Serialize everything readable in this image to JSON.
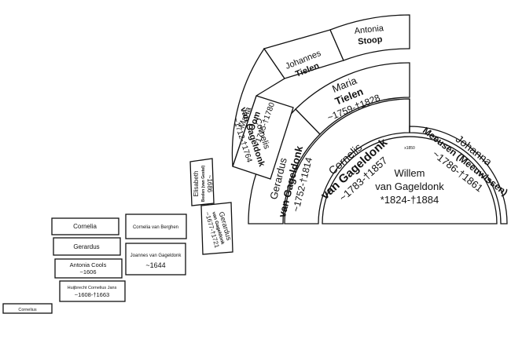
{
  "center": {
    "given": "Willem",
    "surname": "van Gageldonk",
    "dates": "*1824-†1884"
  },
  "gen1": {
    "father": {
      "given": "Cornelis",
      "surname": "van Gageldonk",
      "dates": "~1783-†1857"
    },
    "mother": {
      "given": "Johanna",
      "surname": "Meeusen (Meeuwissen)",
      "dates": "~1786-†1861"
    }
  },
  "gen2": {
    "ff": {
      "given": "Gerardus",
      "surname": "van Gageldonk",
      "dates": "~1752-†1814"
    },
    "fm": {
      "given": "Maria",
      "surname": "Tielen",
      "dates": "~1759-†1828"
    }
  },
  "gen3": {
    "fff": {
      "given": "Cornelis",
      "surname": "van Gageldonk",
      "dates": "~1712-†1764"
    },
    "ffm": {
      "given": "Maria",
      "surname": "Oom",
      "dates": "~1715-†1780"
    },
    "fmf": {
      "given": "Johannes",
      "surname": "Tielen"
    },
    "fmm": {
      "given": "Antonia",
      "surname": "Stoop"
    }
  },
  "gen4": {
    "f": {
      "given": "Gerardus",
      "surname": "van Gageldonk",
      "dates": "~1677-†1721"
    },
    "m": {
      "given": "Elisabeth",
      "surname": "Beelen (van Gestel)",
      "dates": "~1686"
    }
  },
  "gen5": {
    "f": "Joannes van Gageldonk",
    "f_dates": "~1644",
    "m": "Cornelia van Berghen"
  },
  "gen6": [
    {
      "name": "Cornelia"
    },
    {
      "name": "Gerardus"
    },
    {
      "name": "Antonia Cools",
      "dates": "~1606"
    },
    {
      "name": "Huijbrecht Cornelius Jans",
      "dates": "~1608-†1663"
    }
  ],
  "gen7": {
    "name": "Cornelius"
  },
  "marks": {
    "center_mark": "x1850"
  }
}
